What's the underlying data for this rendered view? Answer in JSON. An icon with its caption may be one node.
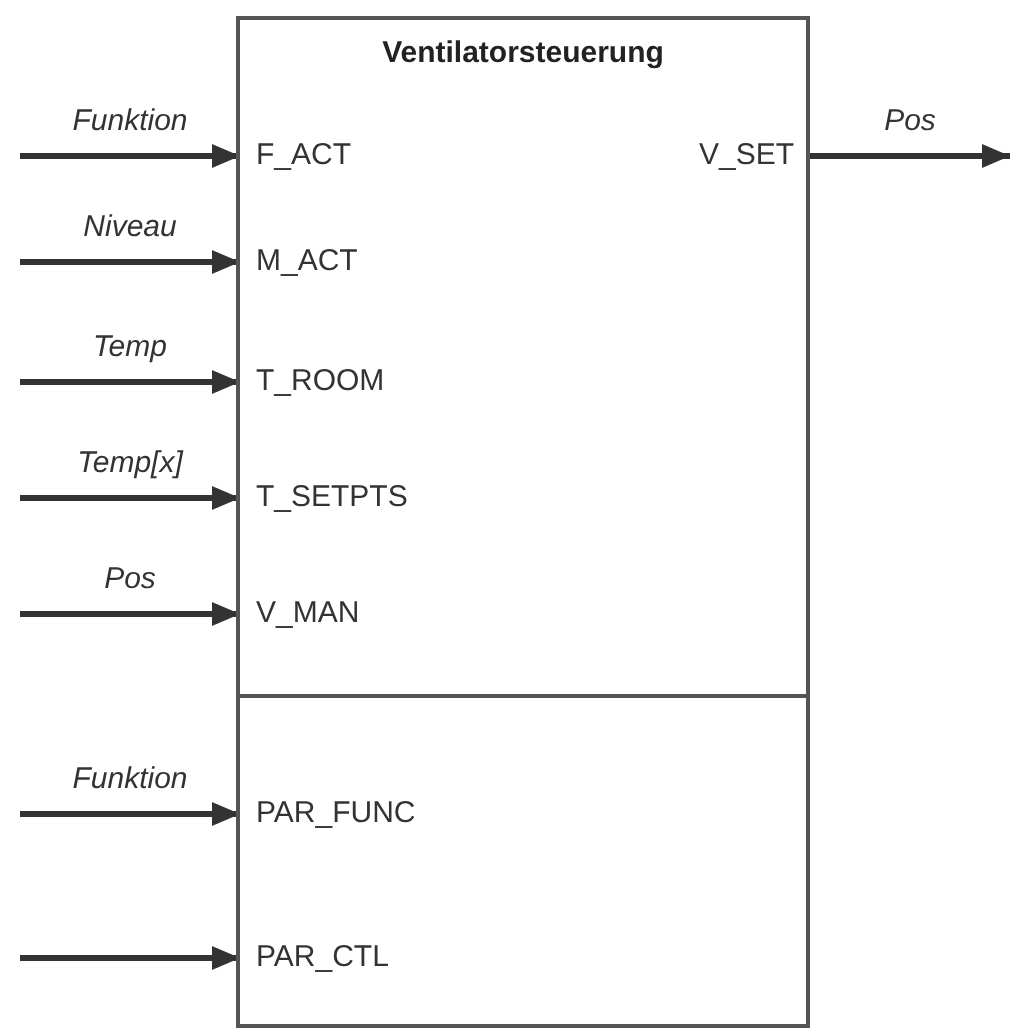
{
  "diagram": {
    "nodes": [
      {
        "text": [
          "Ventilatorsteuerung"
        ]
      },
      {
        "text": [
          "F_ACT"
        ],
        "in": 0
      },
      {
        "text": [
          "V_SET"
        ],
        "in": 0
      },
      {
        "text": [
          "M_ACT"
        ],
        "in": 0
      },
      {
        "text": [
          "T_ROOM"
        ],
        "in": 0
      },
      {
        "text": [
          "T_SETPTS"
        ],
        "in": 0
      },
      {
        "text": [
          "V_MAN"
        ],
        "in": 0
      },
      {
        "text": [],
        "shape": "box",
        "in": 0
      },
      {
        "text": [
          "PAR_FUNC"
        ],
        "in": 7
      },
      {
        "text": [
          "PAR_CTL"
        ],
        "in": 7
      }
    ],
    "edges": [
      {
        "from": null,
        "to": 1,
        "arrow": "to",
        "label": "Funktion"
      },
      {
        "from": null,
        "to": 3,
        "arrow": "to",
        "label": "Niveau"
      },
      {
        "from": null,
        "to": 4,
        "arrow": "to",
        "label": "Temp"
      },
      {
        "from": null,
        "to": 5,
        "arrow": "to",
        "label": "Temp[x]"
      },
      {
        "from": null,
        "to": 6,
        "arrow": "to",
        "label": "Pos"
      },
      {
        "from": 2,
        "to": null,
        "arrow": "to",
        "label": "Pos"
      },
      {
        "from": null,
        "to": 8,
        "arrow": "to",
        "label": "Funktion"
      },
      {
        "from": null,
        "to": 9,
        "arrow": "to"
      }
    ]
  }
}
